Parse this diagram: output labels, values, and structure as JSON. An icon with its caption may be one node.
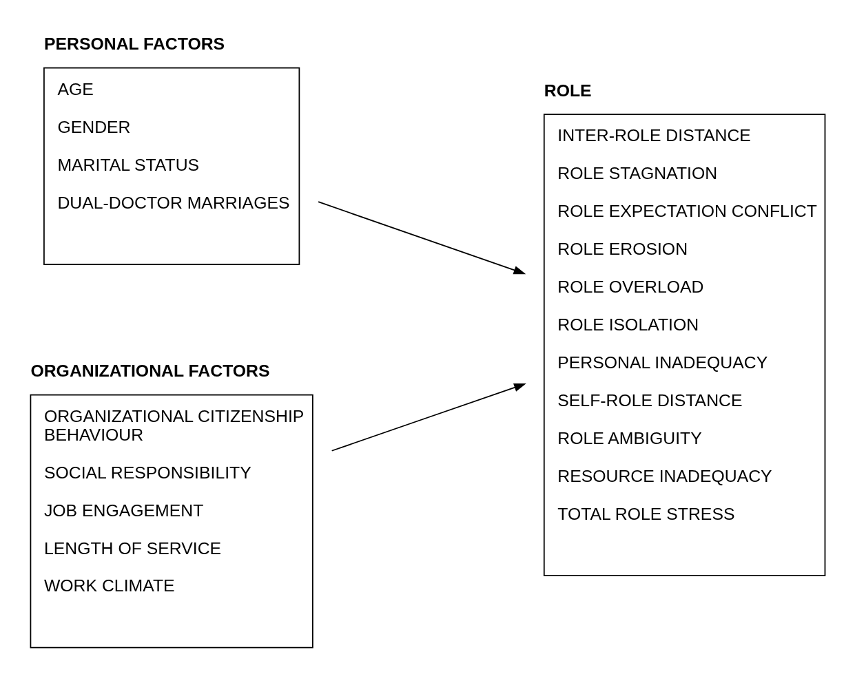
{
  "diagram": {
    "nodes": [
      {
        "text": [
          "PERSONAL FACTORS",
          "AGE",
          "GENDER",
          "MARITAL STATUS",
          "DUAL-DOCTOR MARRIAGES"
        ]
      },
      {
        "text": [
          "ORGANIZATIONAL FACTORS",
          "ORGANIZATIONAL CITIZENSHIP BEHAVIOUR",
          "SOCIAL RESPONSIBILITY",
          "JOB ENGAGEMENT",
          "LENGTH OF SERVICE",
          "WORK CLIMATE"
        ]
      },
      {
        "text": [
          "ROLE",
          "INTER-ROLE DISTANCE",
          "ROLE STAGNATION",
          "ROLE EXPECTATION CONFLICT",
          "ROLE EROSION",
          "ROLE OVERLOAD",
          "ROLE ISOLATION",
          "PERSONAL INADEQUACY",
          "SELF-ROLE DISTANCE",
          "ROLE AMBIGUITY",
          "RESOURCE INADEQUACY",
          "TOTAL ROLE STRESS"
        ]
      }
    ],
    "edges": [
      {
        "from": 0,
        "to": 2,
        "arrow": "to"
      },
      {
        "from": 1,
        "to": 2,
        "arrow": "to"
      }
    ]
  }
}
